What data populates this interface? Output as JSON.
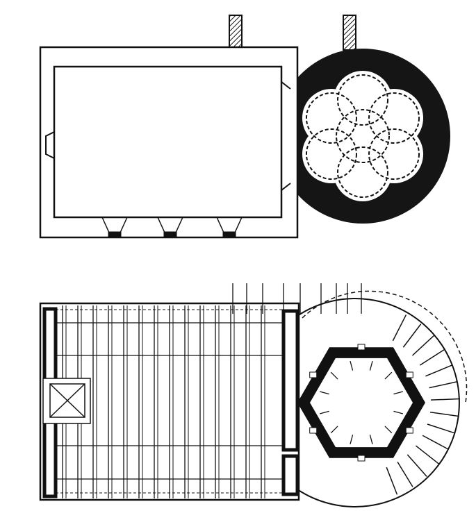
{
  "colors": {
    "ink": "#111111",
    "paper": "#ffffff"
  },
  "plan_top": {
    "lobes": 6,
    "buttresses": 3,
    "chimneys": 2
  },
  "plan_bottom": {
    "hexagon_sides": 6,
    "stair_steps": 14,
    "roof_beams": 14
  }
}
